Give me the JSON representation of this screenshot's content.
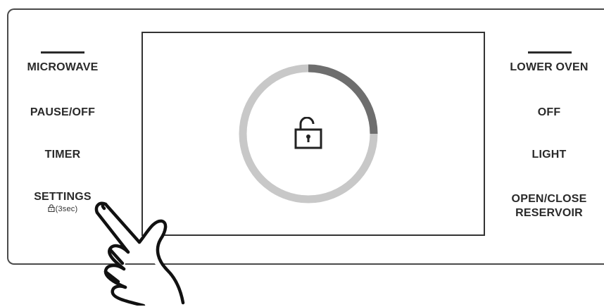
{
  "left_buttons": [
    {
      "label": "MICROWAVE"
    },
    {
      "label": "PAUSE/OFF"
    },
    {
      "label": "TIMER"
    },
    {
      "label": "SETTINGS",
      "sublabel": "(3sec)"
    }
  ],
  "right_buttons": [
    {
      "label": "LOWER OVEN"
    },
    {
      "label": "OFF"
    },
    {
      "label": "LIGHT"
    },
    {
      "label": "OPEN/CLOSE",
      "label2": "RESERVOIR"
    }
  ],
  "display": {
    "ring_progress": 0.25,
    "ring_color": "#c8c8c8",
    "progress_color": "#6e6e6e",
    "center_icon": "unlock-icon"
  },
  "hand_icon": "pointing-hand-icon"
}
